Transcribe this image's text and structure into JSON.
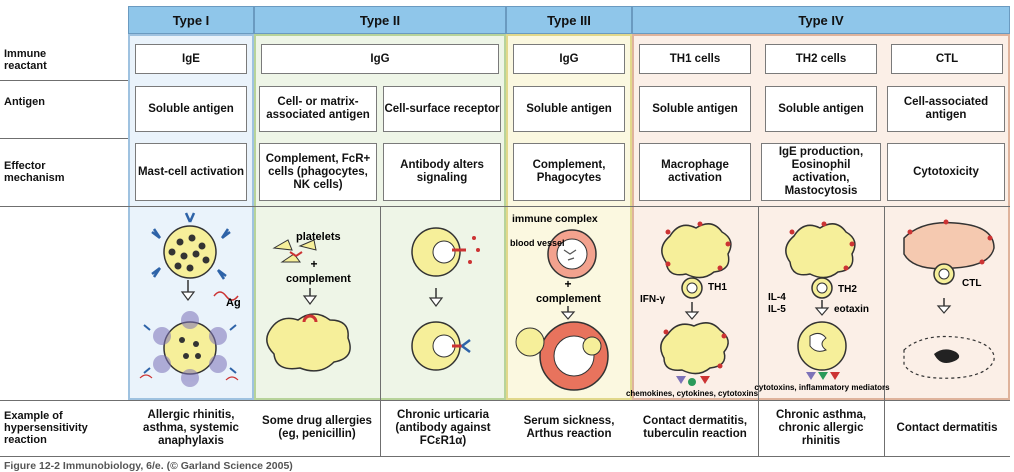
{
  "headers": {
    "type1": "Type I",
    "type2": "Type II",
    "type3": "Type III",
    "type4": "Type IV"
  },
  "row_labels": {
    "reactant": "Immune reactant",
    "antigen": "Antigen",
    "effector": "Effector mechanism",
    "example": "Example of hypersensitivity reaction"
  },
  "reactant": {
    "t1": "IgE",
    "t2": "IgG",
    "t3": "IgG",
    "th1": "TH1 cells",
    "th2": "TH2 cells",
    "ctl": "CTL"
  },
  "antigen": {
    "t1": "Soluble antigen",
    "t2a": "Cell- or matrix-associated antigen",
    "t2b": "Cell-surface receptor",
    "t3": "Soluble antigen",
    "th1": "Soluble antigen",
    "th2": "Soluble antigen",
    "ctl": "Cell-associated antigen"
  },
  "effector": {
    "t1": "Mast-cell activation",
    "t2a": "Complement, FcR+ cells (phagocytes, NK cells)",
    "t2b": "Antibody alters signaling",
    "t3": "Complement, Phagocytes",
    "th1": "Macrophage activation",
    "th2": "IgE production, Eosinophil activation, Mastocytosis",
    "ctl": "Cytotoxicity"
  },
  "illustration_labels": {
    "ag": "Ag",
    "platelets": "platelets",
    "plus": "+",
    "complement": "complement",
    "immune_complex": "immune complex",
    "blood_vessel": "blood vessel",
    "ifn": "IFN-γ",
    "th1": "TH1",
    "th2": "TH2",
    "il4": "IL-4",
    "il5": "IL-5",
    "eotaxin": "eotaxin",
    "chemokines": "chemokines, cytokines, cytotoxins",
    "cytotoxins": "cytotoxins, inflammatory mediators",
    "ctl": "CTL"
  },
  "example": {
    "t1": "Allergic rhinitis, asthma, systemic anaphylaxis",
    "t2a": "Some drug allergies (eg, penicillin)",
    "t2b": "Chronic urticaria (antibody against FCεR1α)",
    "t3": "Serum sickness, Arthus reaction",
    "th1": "Contact dermatitis, tuberculin reaction",
    "th2": "Chronic asthma, chronic allergic rhinitis",
    "ctl": "Contact dermatitis"
  },
  "caption": "Figure 12-2 Immunobiology, 6/e. (© Garland Science 2005)",
  "colors": {
    "header": "#8fc6ea",
    "type1": "#eaf3fb",
    "type2": "#eef5e7",
    "type3": "#fbf8e0",
    "type4": "#fbefe7",
    "cell_yellow": "#f6ef9a",
    "vessel_red": "#e8735d",
    "antibody_blue": "#2e63a8"
  }
}
